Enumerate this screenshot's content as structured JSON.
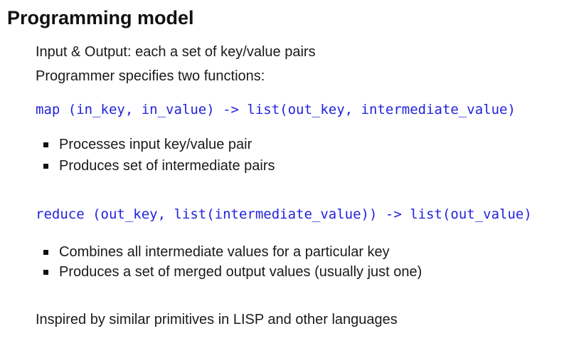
{
  "slide": {
    "title": "Programming model",
    "intro": {
      "io_line": "Input & Output: each a set of key/value pairs",
      "programmer_line": "Programmer specifies two functions:"
    },
    "map_section": {
      "code": "map (in_key, in_value) -> list(out_key, intermediate_value)",
      "bullets": [
        "Processes input key/value pair",
        "Produces set of intermediate pairs"
      ]
    },
    "reduce_section": {
      "code": "reduce (out_key, list(intermediate_value)) -> list(out_value)",
      "bullets": [
        "Combines all intermediate values for a particular key",
        "Produces a set of merged output values (usually just one)"
      ]
    },
    "footer_line": "Inspired by similar primitives in LISP and other languages",
    "colors": {
      "background": "#ffffff",
      "body_text": "#1a1a1a",
      "title_text": "#111111",
      "code_blue": "#2222dd"
    }
  }
}
